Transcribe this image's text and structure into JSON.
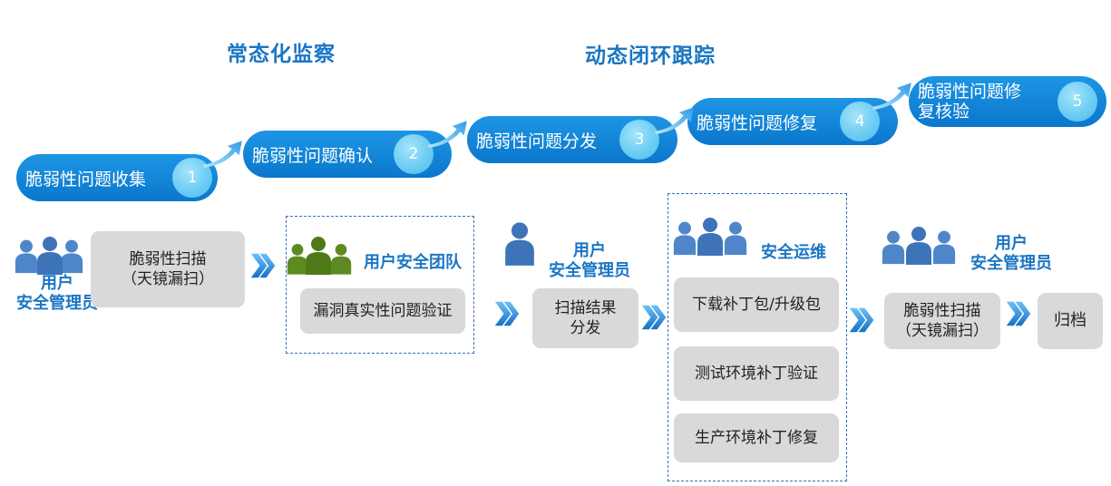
{
  "headings": {
    "left": "常态化监察",
    "right": "动态闭环跟踪"
  },
  "steps": [
    {
      "label": "脆弱性问题收集",
      "number": "1"
    },
    {
      "label": "脆弱性问题确认",
      "number": "2"
    },
    {
      "label": "脆弱性问题分发",
      "number": "3"
    },
    {
      "label": "脆弱性问题修复",
      "number": "4"
    },
    {
      "label_line1": "脆弱性问题修",
      "label_line2": "复核验",
      "number": "5"
    }
  ],
  "col1": {
    "role_line1": "用户",
    "role_line2": "安全管理员",
    "box_line1": "脆弱性扫描",
    "box_line2": "（天镜漏扫）"
  },
  "col2": {
    "team": "用户安全团队",
    "box": "漏洞真实性问题验证"
  },
  "col3": {
    "role_line1": "用户",
    "role_line2": "安全管理员",
    "box_line1": "扫描结果",
    "box_line2": "分发"
  },
  "col4": {
    "team": "安全运维",
    "boxes": [
      "下载补丁包/升级包",
      "测试环境补丁验证",
      "生产环境补丁修复"
    ]
  },
  "col5": {
    "role_line1": "用户",
    "role_line2": "安全管理员",
    "box_line1": "脆弱性扫描",
    "box_line2": "（天镜漏扫）"
  },
  "col6": {
    "box": "归档"
  },
  "colors": {
    "heading": "#1a76c4",
    "pill": "#0a77cc",
    "number_circle": "#6dcdf3",
    "gray_box": "#d9d9d9",
    "people_blue": "#4f86c9",
    "people_green": "#5e8a22",
    "chevron": "#2f8fdc"
  },
  "icons": [
    "users-group-icon",
    "user-icon",
    "team-green-icon",
    "chevron-right-icon",
    "curved-arrow-icon"
  ]
}
